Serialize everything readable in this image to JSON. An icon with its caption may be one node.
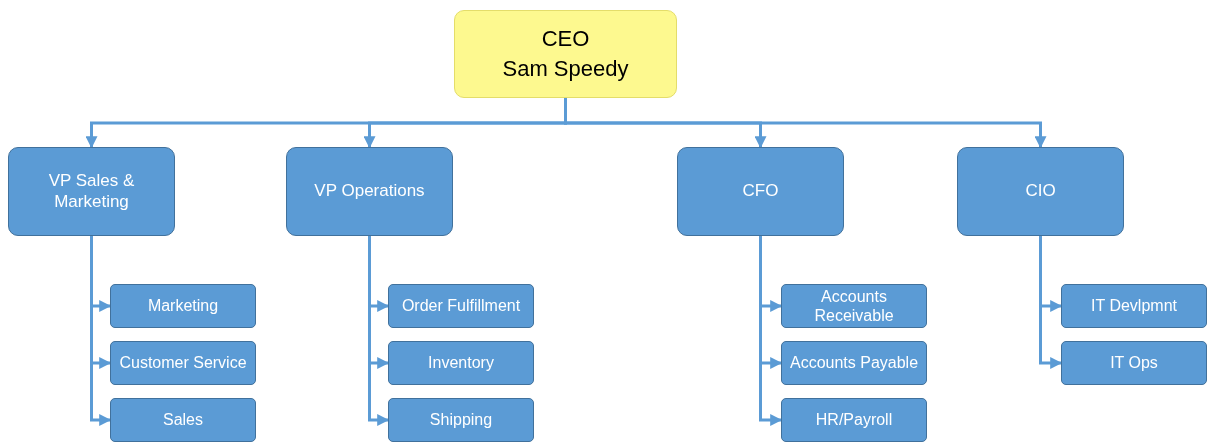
{
  "diagram": {
    "nodes": [
      {
        "text": [
          "CEO",
          "Sam Speedy"
        ]
      },
      {
        "text": [
          "VP Sales & Marketing"
        ]
      },
      {
        "text": [
          "VP Operations"
        ]
      },
      {
        "text": [
          "CFO"
        ]
      },
      {
        "text": [
          "CIO"
        ]
      },
      {
        "text": [
          "Marketing"
        ]
      },
      {
        "text": [
          "Customer Service"
        ]
      },
      {
        "text": [
          "Sales"
        ]
      },
      {
        "text": [
          "Order Fulfillment"
        ]
      },
      {
        "text": [
          "Inventory"
        ]
      },
      {
        "text": [
          "Shipping"
        ]
      },
      {
        "text": [
          "Accounts Receivable"
        ]
      },
      {
        "text": [
          "Accounts Payable"
        ]
      },
      {
        "text": [
          "HR/Payroll"
        ]
      },
      {
        "text": [
          "IT Devlpmnt"
        ]
      },
      {
        "text": [
          "IT Ops"
        ]
      }
    ],
    "edges": [
      {
        "from": 0,
        "to": 1,
        "arrow": "to"
      },
      {
        "from": 0,
        "to": 2,
        "arrow": "to"
      },
      {
        "from": 0,
        "to": 3,
        "arrow": "to"
      },
      {
        "from": 0,
        "to": 4,
        "arrow": "to"
      },
      {
        "from": 1,
        "to": 5,
        "arrow": "to"
      },
      {
        "from": 1,
        "to": 6,
        "arrow": "to"
      },
      {
        "from": 1,
        "to": 7,
        "arrow": "to"
      },
      {
        "from": 2,
        "to": 8,
        "arrow": "to"
      },
      {
        "from": 2,
        "to": 9,
        "arrow": "to"
      },
      {
        "from": 2,
        "to": 10,
        "arrow": "to"
      },
      {
        "from": 3,
        "to": 11,
        "arrow": "to"
      },
      {
        "from": 3,
        "to": 12,
        "arrow": "to"
      },
      {
        "from": 3,
        "to": 13,
        "arrow": "to"
      },
      {
        "from": 4,
        "to": 14,
        "arrow": "to"
      },
      {
        "from": 4,
        "to": 15,
        "arrow": "to"
      }
    ]
  }
}
